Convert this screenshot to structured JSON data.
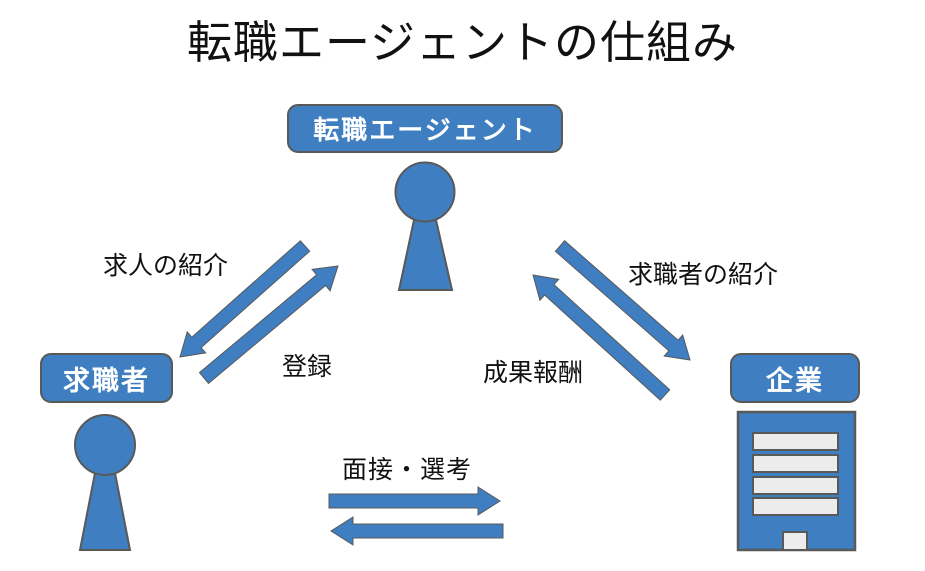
{
  "title": "転職エージェントの仕組み",
  "nodes": {
    "agent": {
      "label": "転職エージェント",
      "icon": "person-pawn-icon"
    },
    "seeker": {
      "label": "求職者",
      "icon": "person-pawn-icon"
    },
    "company": {
      "label": "企業",
      "icon": "building-icon"
    }
  },
  "edges": [
    {
      "label": "求人の紹介",
      "from": "転職エージェント",
      "to": "求職者",
      "direction": "one-way"
    },
    {
      "label": "登録",
      "from": "求職者",
      "to": "転職エージェント",
      "direction": "one-way"
    },
    {
      "label": "求職者の紹介",
      "from": "転職エージェント",
      "to": "企業",
      "direction": "one-way"
    },
    {
      "label": "成果報酬",
      "from": "企業",
      "to": "転職エージェント",
      "direction": "one-way"
    },
    {
      "label": "面接・選考",
      "from": "求職者",
      "to": "企業",
      "direction": "two-way"
    }
  ],
  "colors": {
    "shape_fill": "#3E7EC1",
    "shape_border": "#595959",
    "window_fill": "#ECECEC",
    "box_text": "#FFFFFF",
    "label_text": "#111111",
    "background": "#FFFFFF"
  }
}
